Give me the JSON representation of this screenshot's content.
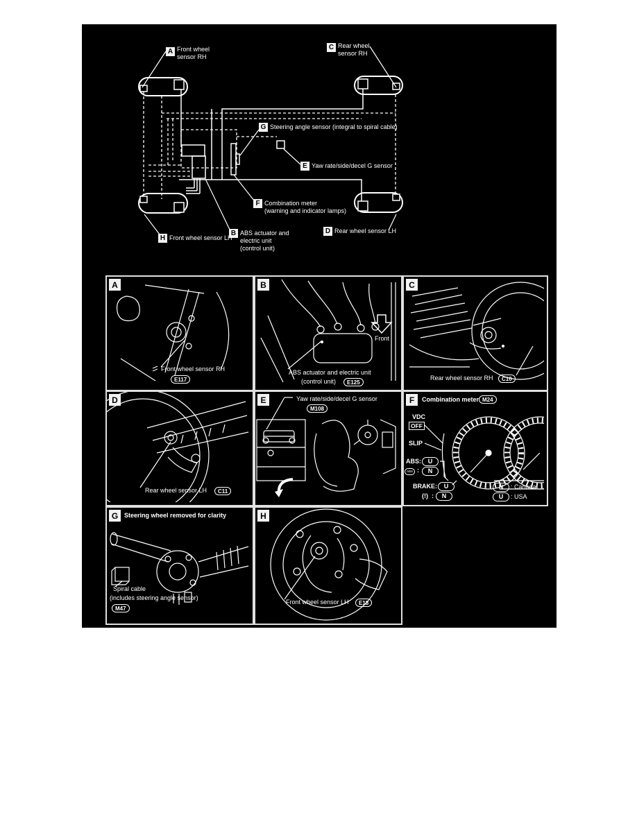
{
  "colors": {
    "page_bg": "#ffffff",
    "canvas_bg": "#000000",
    "line": "#ffffff"
  },
  "overview": {
    "callouts": {
      "a": {
        "letter": "A",
        "line1": "Front wheel",
        "line2": "sensor RH"
      },
      "c": {
        "letter": "C",
        "line1": "Rear wheel",
        "line2": "sensor RH"
      },
      "g": {
        "letter": "G",
        "line1": "Steering angle sensor (integral to spiral cable)"
      },
      "e": {
        "letter": "E",
        "line1": "Yaw rate/side/decel G sensor"
      },
      "f": {
        "letter": "F",
        "line1": "Combination meter",
        "line2": "(warning and indicator lamps)"
      },
      "h": {
        "letter": "H",
        "line1": "Front wheel sensor LH"
      },
      "b": {
        "letter": "B",
        "line1": "ABS actuator and",
        "line2": "electric unit",
        "line3": "(control unit)"
      },
      "d": {
        "letter": "D",
        "line1": "Rear wheel sensor LH"
      }
    }
  },
  "panels": {
    "a": {
      "letter": "A",
      "caption": "Front wheel sensor RH",
      "connector": "E117"
    },
    "b": {
      "letter": "B",
      "caption1": "ABS actuator and electric unit",
      "caption2": "(control unit)",
      "connector": "E125",
      "front": "Front"
    },
    "c": {
      "letter": "C",
      "caption": "Rear wheel sensor RH",
      "connector": "C10"
    },
    "d": {
      "letter": "D",
      "caption": "Rear wheel sensor LH",
      "connector": "C11"
    },
    "e": {
      "letter": "E",
      "caption": "Yaw rate/side/decel G sensor",
      "connector": "M108"
    },
    "f": {
      "letter": "F",
      "title": "Combination meter",
      "connector": "M24",
      "vdc": "VDC",
      "off": "OFF",
      "slip": "SLIP",
      "abs_label": "ABS:",
      "abs_value": "U",
      "abs_icon": "ABS",
      "icon_sep": ":",
      "abs_icon_value": "N",
      "brake_label": "BRAKE:",
      "brake_value": "U",
      "excl_icon": "(!)",
      "excl_value": "N",
      "legend_n_code": "N",
      "legend_n_text": ": Canada",
      "legend_u_code": "U",
      "legend_u_text": ": USA"
    },
    "g": {
      "letter": "G",
      "title": "Steering wheel removed for clarity",
      "caption1": "Spiral cable",
      "caption2": "(includes steering angle sensor)",
      "connector": "M47"
    },
    "h": {
      "letter": "H",
      "caption": "Front wheel sensor LH",
      "connector": "E18"
    }
  }
}
